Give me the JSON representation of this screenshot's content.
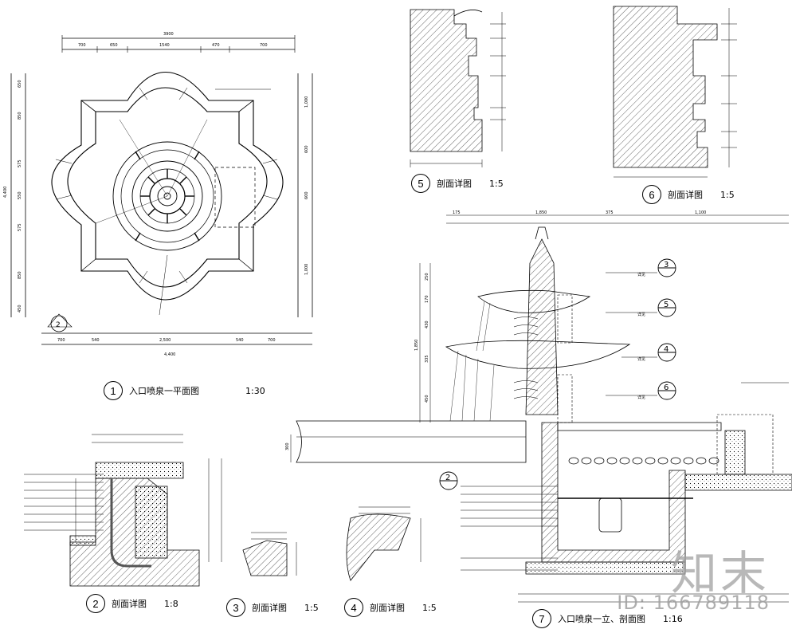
{
  "drawings": [
    {
      "number": "1",
      "title": "入口喷泉一平面图",
      "scale": "1:30"
    },
    {
      "number": "2",
      "title": "剖面详图",
      "scale": "1:8"
    },
    {
      "number": "3",
      "title": "剖面详图",
      "scale": "1:5"
    },
    {
      "number": "4",
      "title": "剖面详图",
      "scale": "1:5"
    },
    {
      "number": "5",
      "title": "剖面详图",
      "scale": "1:5"
    },
    {
      "number": "6",
      "title": "剖面详图",
      "scale": "1:5"
    },
    {
      "number": "7",
      "title": "入口喷泉一立、剖面图",
      "scale": "1:16"
    }
  ],
  "plan_dims": {
    "top_total": "3900",
    "top_segments": [
      "700",
      "650",
      "1540",
      "470",
      "700"
    ],
    "bottom_total": "4,400",
    "bottom_segments": [
      "700",
      "540",
      "2,500",
      "540",
      "700"
    ],
    "left_total": "4,400",
    "left_segments": [
      "650",
      "850",
      "575",
      "550",
      "575",
      "850",
      "450"
    ],
    "right_segments": [
      "1,000",
      "600",
      "600",
      "1,000"
    ]
  },
  "section_callouts": [
    {
      "number": "3",
      "label": "详见"
    },
    {
      "number": "5",
      "label": "详见"
    },
    {
      "number": "4",
      "label": "详见"
    },
    {
      "number": "6",
      "label": "详见"
    }
  ],
  "section7_dims": {
    "top_segments": [
      "175",
      "1,850",
      "375",
      "1,100"
    ],
    "left_segments": [
      "250",
      "170",
      "430",
      "335",
      "450",
      "300"
    ],
    "left_total": "1,850"
  },
  "watermark": {
    "brand": "知末",
    "id": "ID: 166789118"
  }
}
